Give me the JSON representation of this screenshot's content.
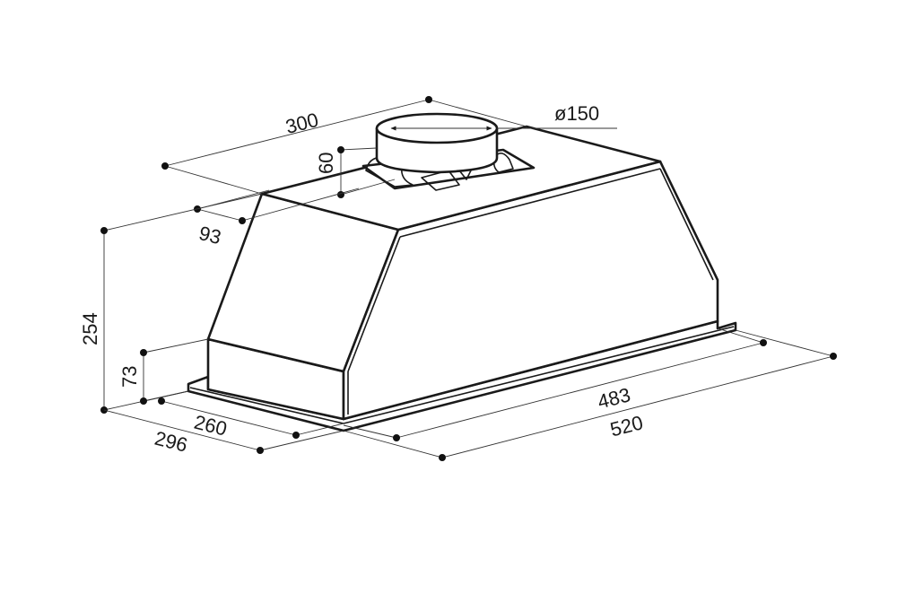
{
  "dimensions": {
    "top_depth": "300",
    "duct_diameter": "ø150",
    "duct_height": "60",
    "front_offset": "93",
    "total_height": "254",
    "flange_height": "73",
    "body_depth": "260",
    "overall_depth": "296",
    "body_width": "483",
    "overall_width": "520"
  }
}
